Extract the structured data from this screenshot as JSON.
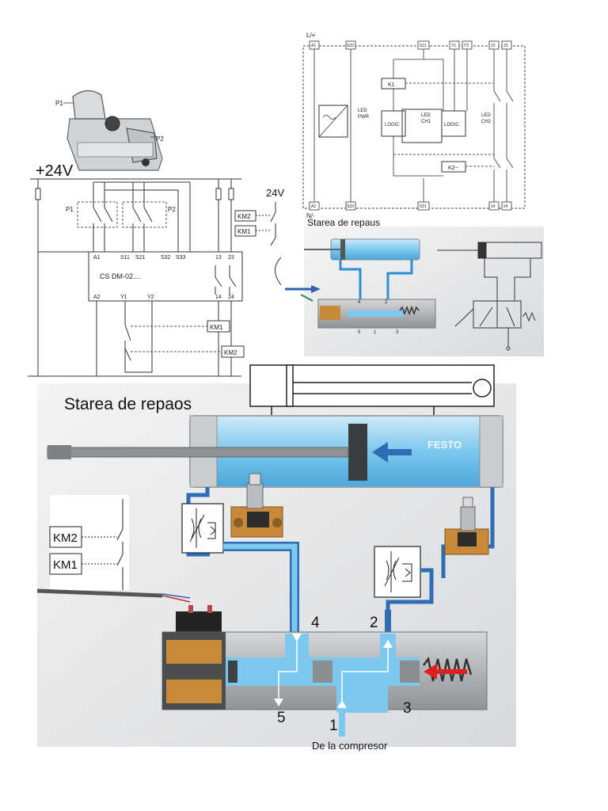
{
  "top_left": {
    "device_labels": {
      "p1": "P1",
      "p2": "P2"
    },
    "supply": "+24V",
    "relay_model": "CS DM-02....",
    "terminals_top": [
      "A1",
      "S11",
      "S21",
      "S32",
      "S33",
      "13",
      "23"
    ],
    "terminals_bottom": [
      "A2",
      "Y1",
      "Y2",
      "14",
      "24"
    ],
    "switch_labels": {
      "p1": "P1",
      "p2": "P2"
    },
    "contactors": [
      "KM1",
      "KM2"
    ],
    "voltage_24": "24V",
    "coil_km2": "KM2",
    "coil_km1": "KM1"
  },
  "top_right": {
    "l_plus": "L/+",
    "n_minus": "N/-",
    "top_terminals": [
      "A1",
      "S33",
      "S11",
      "Y1",
      "Y2",
      "13",
      "23"
    ],
    "bottom_terminals": [
      "A2",
      "S33",
      "S21",
      "14",
      "24"
    ],
    "k1": "K1",
    "k2": "K2~",
    "led_pwr": [
      "LED",
      "PWR"
    ],
    "led_ch1": [
      "LED",
      "CH1"
    ],
    "led_ch2": [
      "LED",
      "CH2"
    ],
    "logic": "LOGIC"
  },
  "mid_right": {
    "title": "Starea de repaus",
    "port_labels": [
      "4",
      "2",
      "5",
      "1",
      "3"
    ]
  },
  "bottom": {
    "title": "Starea de repaos",
    "brand": "FESTO",
    "km2": "KM2",
    "km1": "KM1",
    "port_4": "4",
    "port_2": "2",
    "port_5": "5",
    "port_1": "1",
    "port_3": "3",
    "source": "De la compresor"
  },
  "colors": {
    "air_blue": "#7cc8ee",
    "tube_blue": "#2e6db4",
    "panel_grey": "#e6e8ea",
    "arrow_red": "#e02020",
    "valve_orange": "#c88a3a"
  }
}
